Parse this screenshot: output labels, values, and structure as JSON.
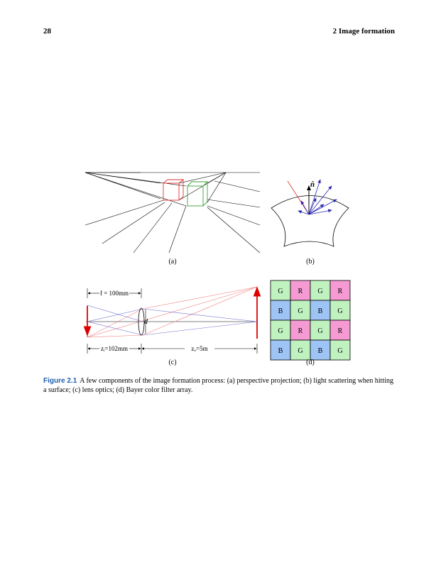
{
  "header": {
    "page_number": "28",
    "running_head": "2  Image formation"
  },
  "figure": {
    "labels": {
      "a": "(a)",
      "b": "(b)",
      "c": "(c)",
      "d": "(d)"
    },
    "normal_symbol": "n̂",
    "lens_labels": {
      "f": "f = 100mm",
      "d": "d",
      "zi": "zᵢ=102mm",
      "zo": "zₒ=5m"
    },
    "bayer": {
      "rows": [
        [
          "G",
          "R",
          "G",
          "R"
        ],
        [
          "B",
          "G",
          "B",
          "G"
        ],
        [
          "G",
          "R",
          "G",
          "R"
        ],
        [
          "B",
          "G",
          "B",
          "G"
        ]
      ],
      "colors": {
        "G": "#bff2bf",
        "R": "#f59ad3",
        "B": "#9ec3f5"
      }
    }
  },
  "caption": {
    "label": "Figure 2.1",
    "text": "A few components of the image formation process: (a) perspective projection; (b) light scattering when hitting a surface; (c) lens optics; (d) Bayer color filter array."
  }
}
